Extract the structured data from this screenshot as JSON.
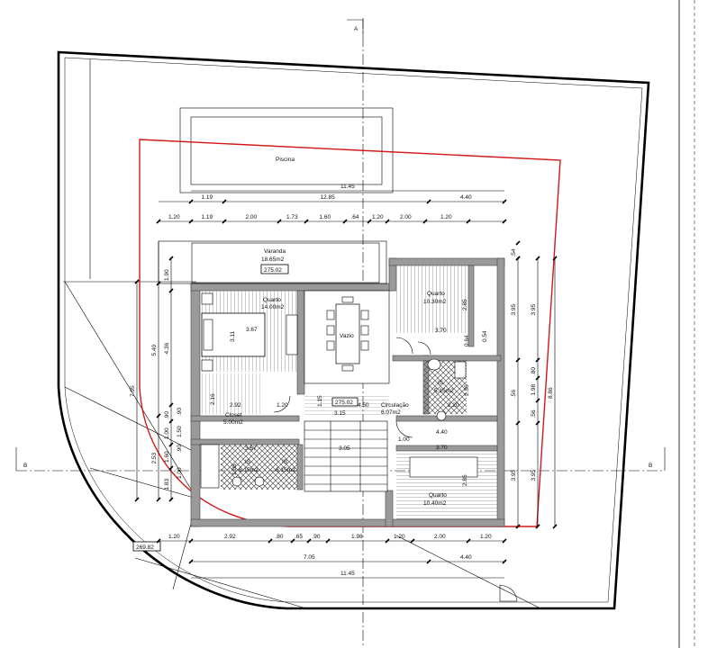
{
  "section_markers": {
    "a_top": "A",
    "b_left": "B",
    "b_right": "B"
  },
  "rooms": {
    "piscina": "Piscina",
    "varanda": {
      "name": "Varanda",
      "area": "18.65m2",
      "level": "275.02"
    },
    "quarto1": {
      "name": "Quarto",
      "area": "14.00m2"
    },
    "quarto2": {
      "name": "Quarto",
      "area": "10.30m2"
    },
    "quarto3": {
      "name": "Quarto",
      "area": "10.40m2"
    },
    "vazio": "Vazio",
    "circulacao": {
      "name": "Circulação",
      "area": "6.07m2"
    },
    "closet": {
      "name": "Closet",
      "area": "5.00m2"
    },
    "ih1": {
      "name": "IS",
      "area": "5.15m2"
    },
    "ih2": {
      "name": "IS",
      "area": "6.15m2"
    },
    "ih3": {
      "name": "IS",
      "area": "6.15m2"
    },
    "level_mid": "275.02",
    "level_bottom": "269.82"
  },
  "dims_top": {
    "pool_width": "11.45",
    "row1": [
      "1.19",
      "12.85",
      "4.40"
    ],
    "row2": [
      "1.20",
      "1.19",
      "2.00",
      "1.73",
      "1.60",
      ".64",
      "1.20",
      "2.00",
      "1.20"
    ]
  },
  "dims_bottom": {
    "row1": [
      "1.20",
      "2.92",
      ".80",
      ".65",
      ".90",
      "1.98",
      "1.20",
      "2.00",
      "1.20"
    ],
    "row2": [
      "7.05",
      "4.40"
    ],
    "row3": "11.45"
  },
  "dims_left": [
    "7.95",
    "5.40",
    "4.36",
    "2.53",
    "1.83",
    "1.60",
    ".90",
    ".90",
    "1.00",
    ".90"
  ],
  "dims_right": [
    "3.95",
    "3.95",
    "1.98",
    "8.86",
    "3.95",
    "3.95",
    ".56",
    ".80",
    ".56",
    ".54"
  ],
  "dims_interior": {
    "quarto1": [
      "3.11",
      "3.67"
    ],
    "varanda_side": "1.90",
    "circ": [
      "2.92",
      "1.20",
      "1.15",
      "3.15",
      "4.50",
      "2.20"
    ],
    "bath": [
      "3.67",
      "3.05",
      "1.00",
      "4.40",
      "3.70",
      "3.70",
      "2.85",
      "2.85",
      "2.36",
      "0.54",
      "0.64"
    ],
    "closet_side": [
      "2.16",
      ".90",
      "1.50",
      ".90",
      "1.00",
      "1.06"
    ]
  }
}
